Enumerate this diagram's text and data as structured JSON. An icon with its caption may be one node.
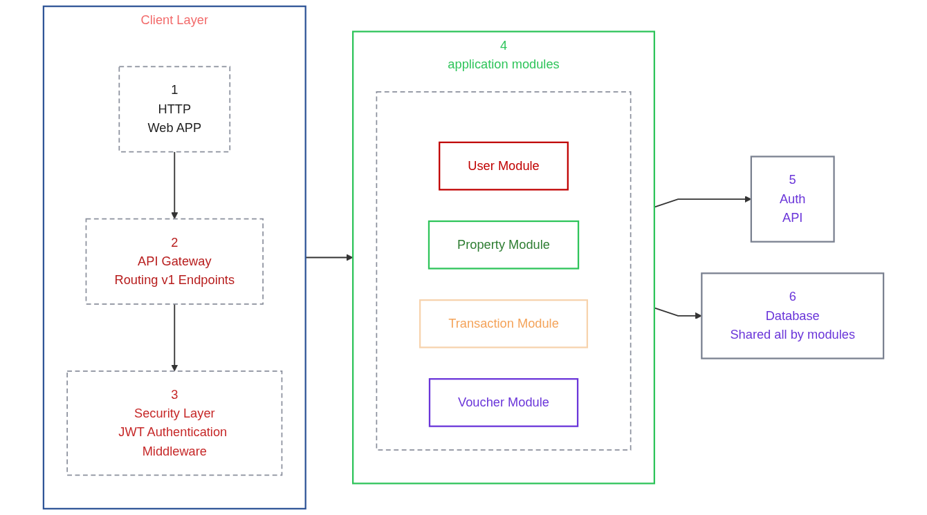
{
  "diagram": {
    "nodes": [
      {
        "text": [
          "Client Layer"
        ]
      },
      {
        "text": [
          "1",
          "HTTP",
          "Web APP"
        ],
        "in": 0
      },
      {
        "text": [
          "2",
          "API Gateway",
          "Routing v1 Endpoints"
        ],
        "in": 0
      },
      {
        "text": [
          "3",
          "Security Layer",
          "JWT Authentication Middleware"
        ],
        "in": 0
      },
      {
        "text": [
          "4",
          "application modules"
        ]
      },
      {
        "text": [],
        "shape": "box",
        "in": 4
      },
      {
        "text": [
          "User Module"
        ],
        "in": 5
      },
      {
        "text": [
          "Property Module"
        ],
        "in": 5
      },
      {
        "text": [
          "Transaction Module"
        ],
        "in": 5
      },
      {
        "text": [
          "Voucher Module"
        ],
        "in": 5
      },
      {
        "text": [
          "5",
          "Auth",
          "API"
        ]
      },
      {
        "text": [
          "6",
          "Database",
          "Shared all by modules"
        ]
      }
    ],
    "edges": [
      {
        "from": 1,
        "to": 2,
        "arrow": "to"
      },
      {
        "from": 2,
        "to": 3,
        "arrow": "to"
      },
      {
        "from": 0,
        "to": 4,
        "arrow": "to"
      },
      {
        "from": 4,
        "to": 10,
        "arrow": "to"
      },
      {
        "from": 4,
        "to": 11,
        "arrow": "to"
      }
    ]
  }
}
